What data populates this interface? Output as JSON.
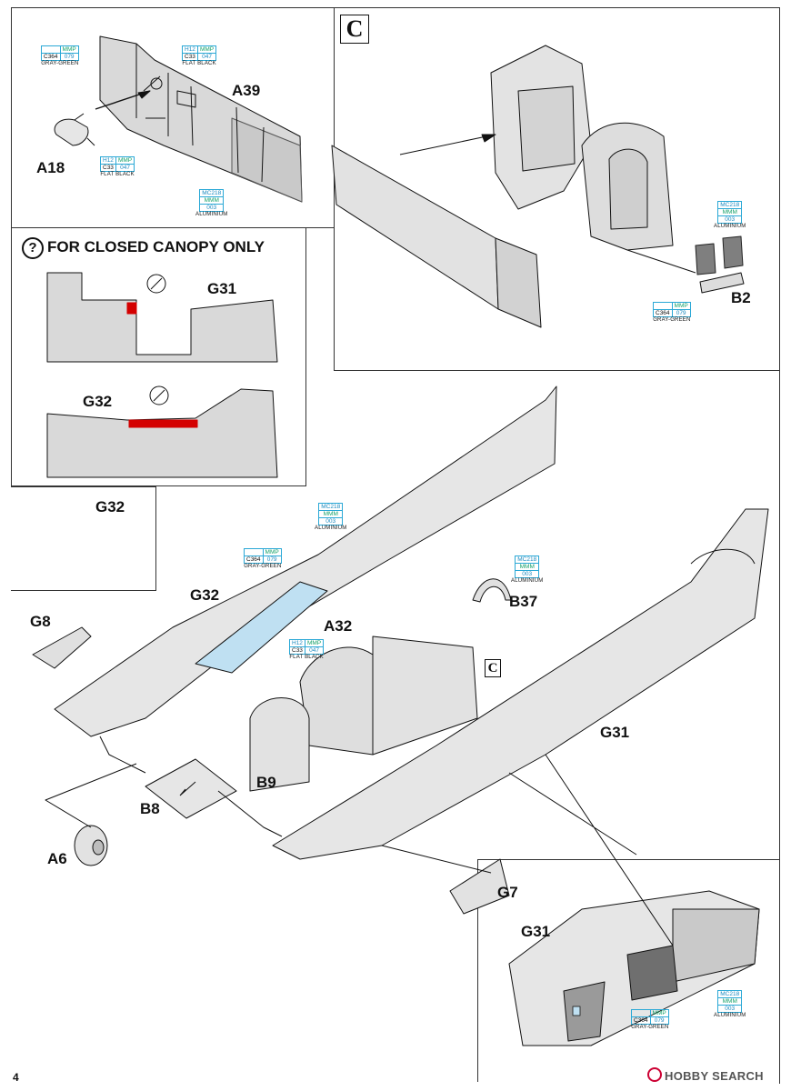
{
  "page": {
    "number": "4"
  },
  "watermark": {
    "text": "HOBBY SEARCH"
  },
  "step": {
    "letter": "C"
  },
  "closed_canopy": {
    "title": "FOR CLOSED CANOPY ONLY",
    "icon": "question-circle-icon"
  },
  "labels": {
    "a39": "A39",
    "a18": "A18",
    "b2": "B2",
    "g31_closed": "G31",
    "g32_closed": "G32",
    "g32_inset": "G32",
    "g32_main": "G32",
    "g8": "G8",
    "a32": "A32",
    "b37": "B37",
    "g31_main": "G31",
    "b9": "B9",
    "b8": "B8",
    "a6": "A6",
    "g7": "G7",
    "g31_detail": "G31",
    "c_ref": "C"
  },
  "paints": {
    "grayGreen1": {
      "humbrol": "",
      "mmp": "MMP",
      "code": "C364",
      "num": "079",
      "name": "GRAY-GREEN"
    },
    "flatBlack1": {
      "humbrol": "H12",
      "mmp": "MMP",
      "code": "C33",
      "num": "047",
      "name": "FLAT BLACK"
    },
    "flatBlack2": {
      "humbrol": "H12",
      "mmp": "MMP",
      "code": "C33",
      "num": "047",
      "name": "FLAT BLACK"
    },
    "alu1": {
      "mc": "MC218",
      "mmm": "MMM",
      "num": "003",
      "name": "ALUMINIUM"
    },
    "alu2": {
      "mc": "MC218",
      "mmm": "MMM",
      "num": "003",
      "name": "ALUMINIUM"
    },
    "grayGreen2": {
      "mmp": "MMP",
      "code": "C364",
      "num": "079",
      "name": "GRAY-GREEN"
    },
    "alu3": {
      "mc": "MC218",
      "mmm": "MMM",
      "num": "003",
      "name": "ALUMINIUM"
    },
    "grayGreen3": {
      "mmp": "MMP",
      "code": "C364",
      "num": "079",
      "name": "GRAY-GREEN"
    },
    "alu4": {
      "mc": "MC218",
      "mmm": "MMM",
      "num": "003",
      "name": "ALUMINIUM"
    },
    "flatBlack3": {
      "humbrol": "H12",
      "mmp": "MMP",
      "code": "C33",
      "num": "047",
      "name": "FLAT BLACK"
    },
    "grayGreen4": {
      "mmp": "MMP",
      "code": "C364",
      "num": "079",
      "name": "GRAY-GREEN"
    },
    "alu5": {
      "mc": "MC218",
      "mmm": "MMM",
      "num": "003",
      "name": "ALUMINIUM"
    }
  },
  "colors": {
    "part_gray": "#d9d9d9",
    "aluminium_gray": "#c9c9c9",
    "paint_blue": "#bfe0f2",
    "glue_red": "#d40000",
    "ink": "#111111"
  }
}
